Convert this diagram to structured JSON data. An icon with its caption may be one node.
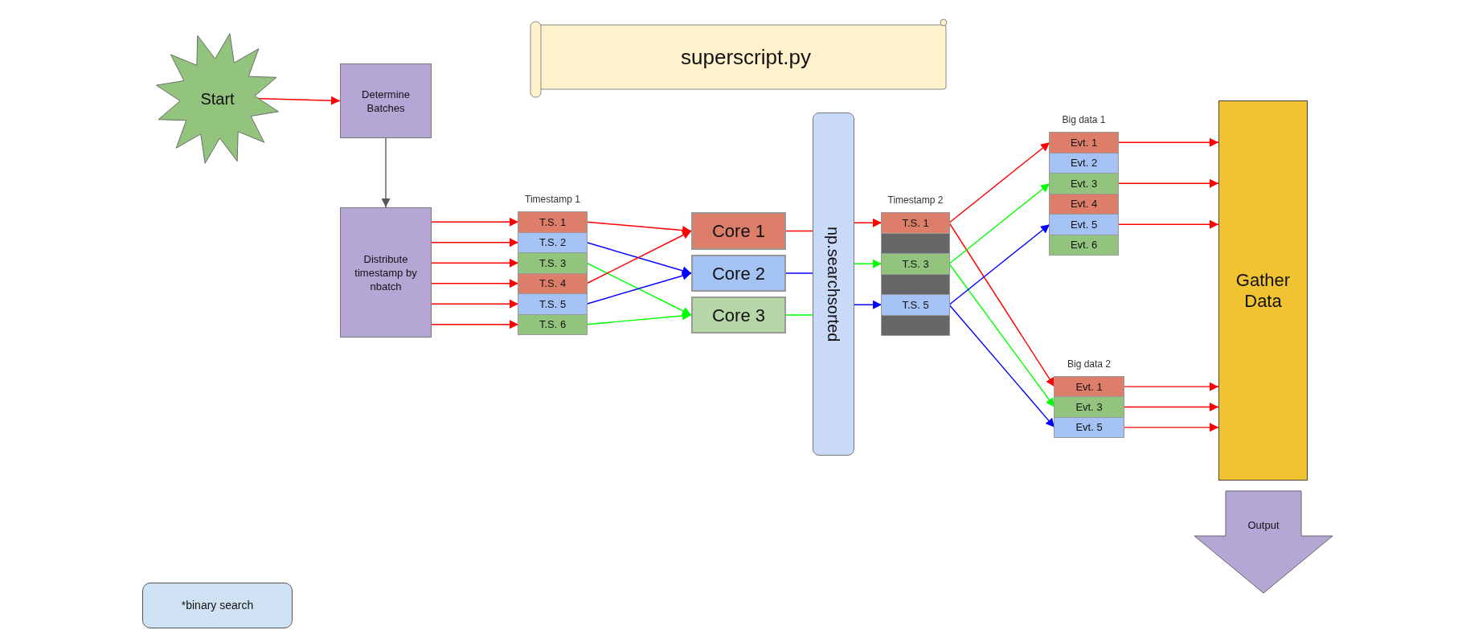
{
  "diagram": {
    "nodes": [
      {
        "text": [
          "superscript.py"
        ]
      },
      {
        "text": [
          "Start"
        ]
      },
      {
        "text": [
          "Determine Batches"
        ]
      },
      {
        "text": [
          "Distribute timestamp by nbatch"
        ]
      },
      {
        "text": [
          "Timestamp 1"
        ]
      },
      {
        "text": [
          "T.S. 1"
        ],
        "in": 4
      },
      {
        "text": [
          "T.S. 2"
        ],
        "in": 4
      },
      {
        "text": [
          "T.S. 3"
        ],
        "in": 4
      },
      {
        "text": [
          "T.S. 4"
        ],
        "in": 4
      },
      {
        "text": [
          "T.S. 5"
        ],
        "in": 4
      },
      {
        "text": [
          "T.S. 6"
        ],
        "in": 4
      },
      {
        "text": [
          "Core 1"
        ]
      },
      {
        "text": [
          "Core 2"
        ]
      },
      {
        "text": [
          "Core 3"
        ]
      },
      {
        "text": [
          "np.searchsorted"
        ]
      },
      {
        "text": [
          "Timestamp 2"
        ]
      },
      {
        "text": [
          "T.S. 1"
        ],
        "in": 15
      },
      {
        "text": [],
        "shape": "box",
        "in": 15
      },
      {
        "text": [
          "T.S. 3"
        ],
        "in": 15
      },
      {
        "text": [],
        "shape": "box",
        "in": 15
      },
      {
        "text": [
          "T.S. 5"
        ],
        "in": 15
      },
      {
        "text": [],
        "shape": "box",
        "in": 15
      },
      {
        "text": [
          "Big data 1"
        ]
      },
      {
        "text": [
          "Evt. 1"
        ],
        "in": 22
      },
      {
        "text": [
          "Evt. 2"
        ],
        "in": 22
      },
      {
        "text": [
          "Evt. 3"
        ],
        "in": 22
      },
      {
        "text": [
          "Evt. 4"
        ],
        "in": 22
      },
      {
        "text": [
          "Evt. 5"
        ],
        "in": 22
      },
      {
        "text": [
          "Evt. 6"
        ],
        "in": 22
      },
      {
        "text": [
          "Big data 2"
        ]
      },
      {
        "text": [
          "Evt. 1"
        ],
        "in": 29
      },
      {
        "text": [
          "Evt. 3"
        ],
        "in": 29
      },
      {
        "text": [
          "Evt. 5"
        ],
        "in": 29
      },
      {
        "text": [
          "Gather Data"
        ]
      },
      {
        "text": [
          "Output"
        ]
      },
      {
        "text": [
          "*binary search"
        ]
      }
    ],
    "edges": [
      {
        "from": 1,
        "to": 2,
        "arrow": "to"
      },
      {
        "from": 2,
        "to": 3,
        "arrow": "to",
        "color": "#595959"
      },
      {
        "from": 3,
        "to": 5,
        "arrow": "to"
      },
      {
        "from": 3,
        "to": 6,
        "arrow": "to"
      },
      {
        "from": 3,
        "to": 7,
        "arrow": "to"
      },
      {
        "from": 3,
        "to": 8,
        "arrow": "to"
      },
      {
        "from": 3,
        "to": 9,
        "arrow": "to"
      },
      {
        "from": 3,
        "to": 10,
        "arrow": "to"
      },
      {
        "from": 5,
        "to": 11,
        "arrow": "to"
      },
      {
        "from": 6,
        "to": 12,
        "arrow": "to",
        "color": "#0000ff"
      },
      {
        "from": 7,
        "to": 13,
        "arrow": "to",
        "color": "#00ff00"
      },
      {
        "from": 8,
        "to": 11,
        "arrow": "to"
      },
      {
        "from": 9,
        "to": 12,
        "arrow": "to",
        "color": "#0000ff"
      },
      {
        "from": 10,
        "to": 13,
        "arrow": "to",
        "color": "#00ff00"
      },
      {
        "from": 11,
        "to": 14,
        "arrow": "none"
      },
      {
        "from": 14,
        "to": 16,
        "arrow": "to"
      },
      {
        "from": 12,
        "to": 14,
        "arrow": "none",
        "color": "#0000ff"
      },
      {
        "from": 14,
        "to": 20,
        "arrow": "to",
        "color": "#0000ff"
      },
      {
        "from": 13,
        "to": 14,
        "arrow": "none",
        "color": "#00ff00"
      },
      {
        "from": 14,
        "to": 18,
        "arrow": "to",
        "color": "#00ff00"
      },
      {
        "from": 16,
        "to": 23,
        "arrow": "to"
      },
      {
        "from": 16,
        "to": 30,
        "arrow": "to"
      },
      {
        "from": 18,
        "to": 25,
        "arrow": "to",
        "color": "#00ff00"
      },
      {
        "from": 18,
        "to": 31,
        "arrow": "to",
        "color": "#00ff00"
      },
      {
        "from": 20,
        "to": 27,
        "arrow": "to",
        "color": "#0000ff"
      },
      {
        "from": 20,
        "to": 32,
        "arrow": "to",
        "color": "#0000ff"
      },
      {
        "from": 23,
        "to": 33,
        "arrow": "to"
      },
      {
        "from": 25,
        "to": 33,
        "arrow": "to"
      },
      {
        "from": 27,
        "to": 33,
        "arrow": "to"
      },
      {
        "from": 30,
        "to": 33,
        "arrow": "to"
      },
      {
        "from": 31,
        "to": 33,
        "arrow": "to"
      },
      {
        "from": 32,
        "to": 33,
        "arrow": "to"
      }
    ]
  }
}
